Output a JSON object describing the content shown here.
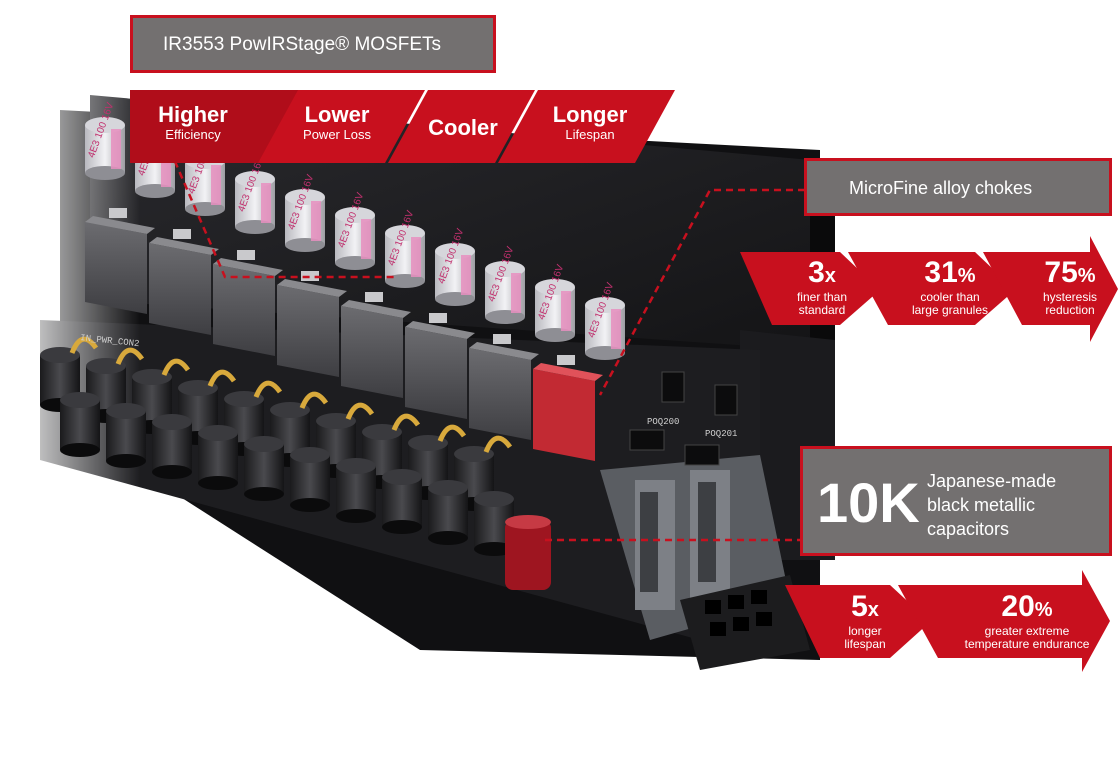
{
  "mosfet": {
    "title": "IR3553 PowIRStage® MOSFETs",
    "benefits": [
      {
        "main": "Higher",
        "sub": "Efficiency"
      },
      {
        "main": "Lower",
        "sub": "Power Loss"
      },
      {
        "main": "Cooler",
        "sub": ""
      },
      {
        "main": "Longer",
        "sub": "Lifespan"
      }
    ]
  },
  "chokes": {
    "title": "MicroFine alloy chokes",
    "stats": [
      {
        "num": "3",
        "unit": "x",
        "desc1": "finer than",
        "desc2": "standard"
      },
      {
        "num": "31",
        "unit": "%",
        "desc1": "cooler than",
        "desc2": "large granules"
      },
      {
        "num": "75",
        "unit": "%",
        "desc1": "hysteresis",
        "desc2": "reduction"
      }
    ]
  },
  "capacitors": {
    "big": "10K",
    "line1": "Japanese-made",
    "line2": "black metallic",
    "line3": "capacitors",
    "stats": [
      {
        "num": "5",
        "unit": "x",
        "desc1": "longer",
        "desc2": "lifespan"
      },
      {
        "num": "20",
        "unit": "%",
        "desc1": "greater extreme",
        "desc2": "temperature endurance"
      }
    ]
  },
  "board_labels": {
    "pwr_conn": "IN_PWR_CON2",
    "poq200": "POQ200",
    "poq201": "POQ201",
    "cap_marking": "4E3 100 16V"
  },
  "colors": {
    "accent_red": "#c8101e",
    "dark_red": "#8f0a12",
    "label_gray": "#737070",
    "pcb": "#1c1c1f",
    "choke": "#5a5a5d",
    "highlight_choke": "#c22a33"
  }
}
